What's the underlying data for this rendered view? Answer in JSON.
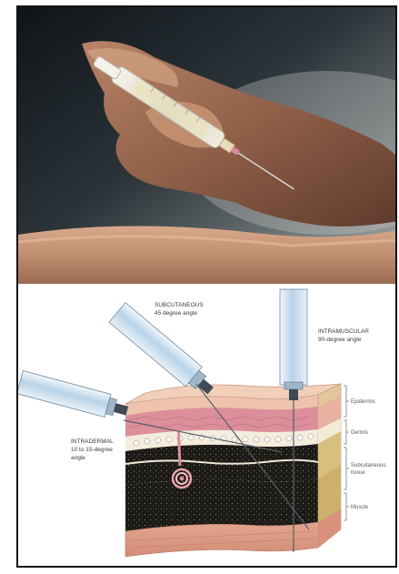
{
  "photo": {
    "subject": "hand holding syringe injecting into skin"
  },
  "diagram": {
    "labels": {
      "subcutaneous": {
        "line1": "SUBCUTANEOUS",
        "line2": "45 degree angle"
      },
      "intramuscular": {
        "line1": "INTRAMUSCULAR",
        "line2": "90-degree angle"
      },
      "intradermal": {
        "line1": "INTRADERMAL",
        "line2": "10 to 15-degree",
        "line3": "angle"
      }
    },
    "layers": {
      "epidermis": "Epidermis",
      "dermis": "Dermis",
      "subcutaneous_line1": "Subcutaneous",
      "subcutaneous_line2": "tissue",
      "muscle": "Muscle"
    }
  }
}
